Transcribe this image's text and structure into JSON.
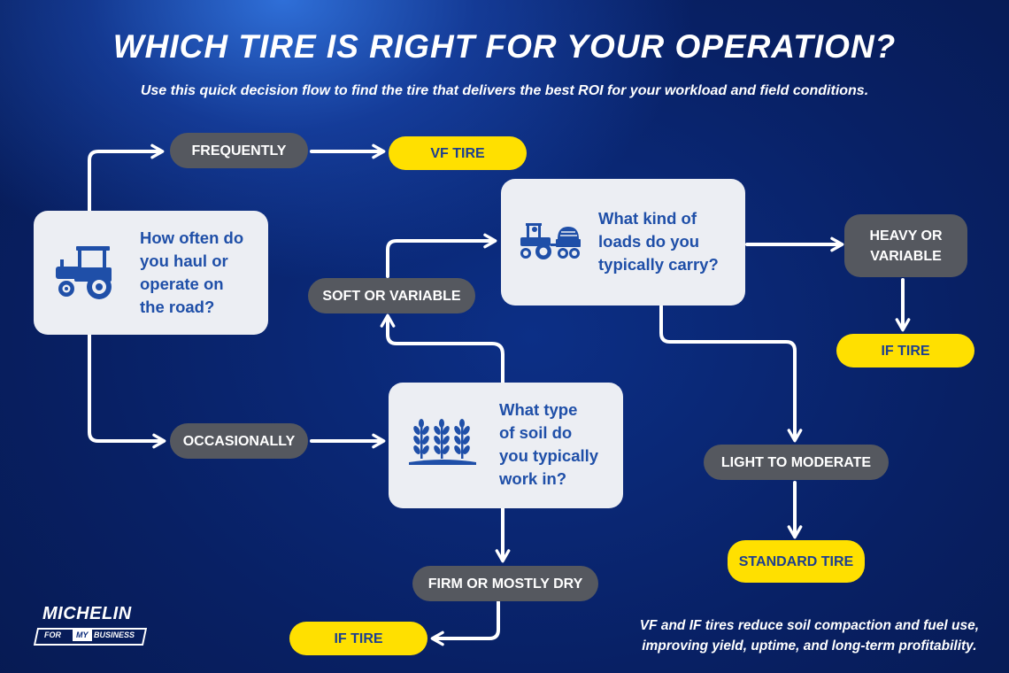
{
  "title": "WHICH TIRE IS RIGHT FOR YOUR OPERATION?",
  "subtitle": "Use this quick decision flow to find the tire that delivers the best ROI for your workload and field conditions.",
  "questions": {
    "road": {
      "line1": "How often do",
      "line2": "you haul or",
      "line3": "operate on",
      "line4": "the road?",
      "icon": "tractor-icon"
    },
    "loads": {
      "line1": "What kind of",
      "line2": "loads do you",
      "line3": "typically carry?",
      "icon": "tractor-trailer-icon"
    },
    "soil": {
      "line1": "What type",
      "line2": "of soil do",
      "line3": "you typically",
      "line4": "work in?",
      "icon": "crops-icon"
    }
  },
  "answers": {
    "frequently": "FREQUENTLY",
    "occasionally": "OCCASIONALLY",
    "soft_variable": "SOFT OR VARIABLE",
    "heavy_variable_1": "HEAVY OR",
    "heavy_variable_2": "VARIABLE",
    "light_moderate": "LIGHT TO MODERATE",
    "firm_dry": "FIRM OR MOSTLY DRY"
  },
  "results": {
    "vf_tire": "VF TIRE",
    "if_tire_loads": "IF TIRE",
    "standard_tire": "STANDARD TIRE",
    "if_tire_soil": "IF TIRE"
  },
  "footer_note": {
    "line1": "VF and IF tires reduce soil compaction and fuel use,",
    "line2": "improving yield, uptime, and long-term profitability."
  },
  "logo": {
    "brand": "MICHELIN",
    "tag_for": "FOR",
    "tag_my": "MY",
    "tag_business": "BUSINESS"
  },
  "colors": {
    "question_box": "#eceef3",
    "question_text": "#1f4fa8",
    "answer_pill": "#55585f",
    "result_pill": "#ffe000",
    "arrow": "#ffffff"
  }
}
